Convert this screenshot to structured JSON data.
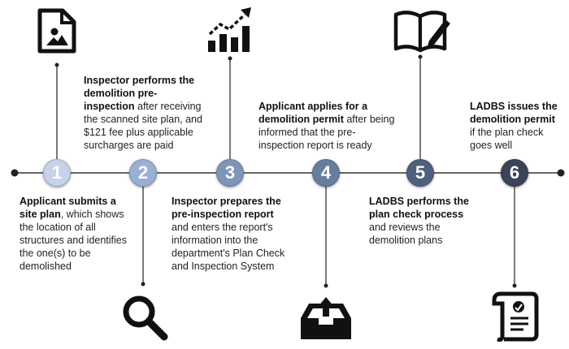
{
  "steps": [
    {
      "number": "1",
      "bold": "Applicant submits a site plan",
      "rest": ", which shows the location of all structures and identifies the one(s) to be demolished",
      "color": "#c5d3ea",
      "icon": "image-file-icon"
    },
    {
      "number": "2",
      "bold": "Inspector performs the demolition pre-inspection",
      "rest": " after receiving the scanned site plan, and $121 fee plus applicable surcharges are paid",
      "color": "#9ab0d3",
      "icon": "magnifier-icon"
    },
    {
      "number": "3",
      "bold": "Inspector prepares the pre-inspection report",
      "rest": " and enters the report's information into the department's Plan Check and Inspection System",
      "color": "#7f95b8",
      "icon": "growth-chart-icon"
    },
    {
      "number": "4",
      "bold": "Applicant applies for a demolition permit",
      "rest": " after being informed that the pre-inspection report is ready",
      "color": "#687d9e",
      "icon": "upload-tray-icon"
    },
    {
      "number": "5",
      "bold": "LADBS performs the plan check process",
      "rest": " and reviews the demolition plans",
      "color": "#4f607e",
      "icon": "open-book-pen-icon"
    },
    {
      "number": "6",
      "bold": "LADBS issues the demolition permit",
      "rest": " if the plan check goes well",
      "color": "#3a4456",
      "icon": "certificate-scroll-icon"
    }
  ]
}
